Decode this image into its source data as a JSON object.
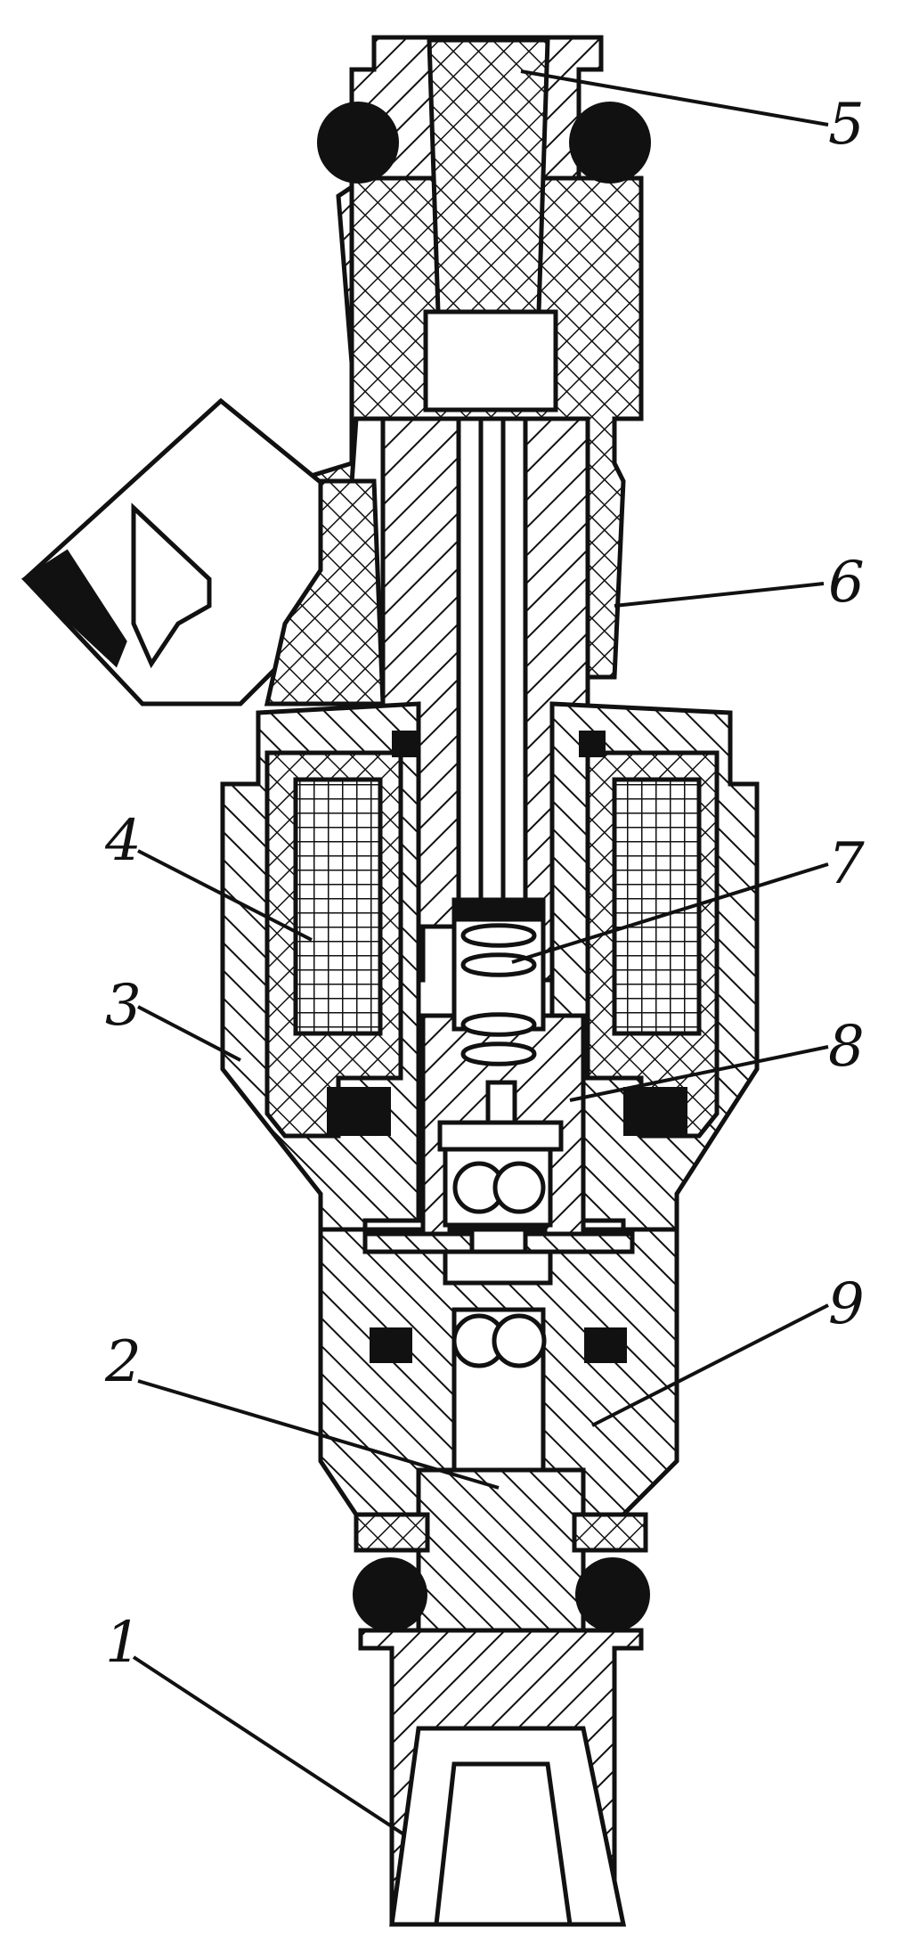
{
  "callouts": [
    {
      "id": "1",
      "text": "1"
    },
    {
      "id": "2",
      "text": "2"
    },
    {
      "id": "3",
      "text": "3"
    },
    {
      "id": "4",
      "text": "4"
    },
    {
      "id": "5",
      "text": "5"
    },
    {
      "id": "6",
      "text": "6"
    },
    {
      "id": "7",
      "text": "7"
    },
    {
      "id": "8",
      "text": "8"
    },
    {
      "id": "9",
      "text": "9"
    }
  ],
  "colors": {
    "ink": "#111111",
    "paper": "#ffffff"
  }
}
